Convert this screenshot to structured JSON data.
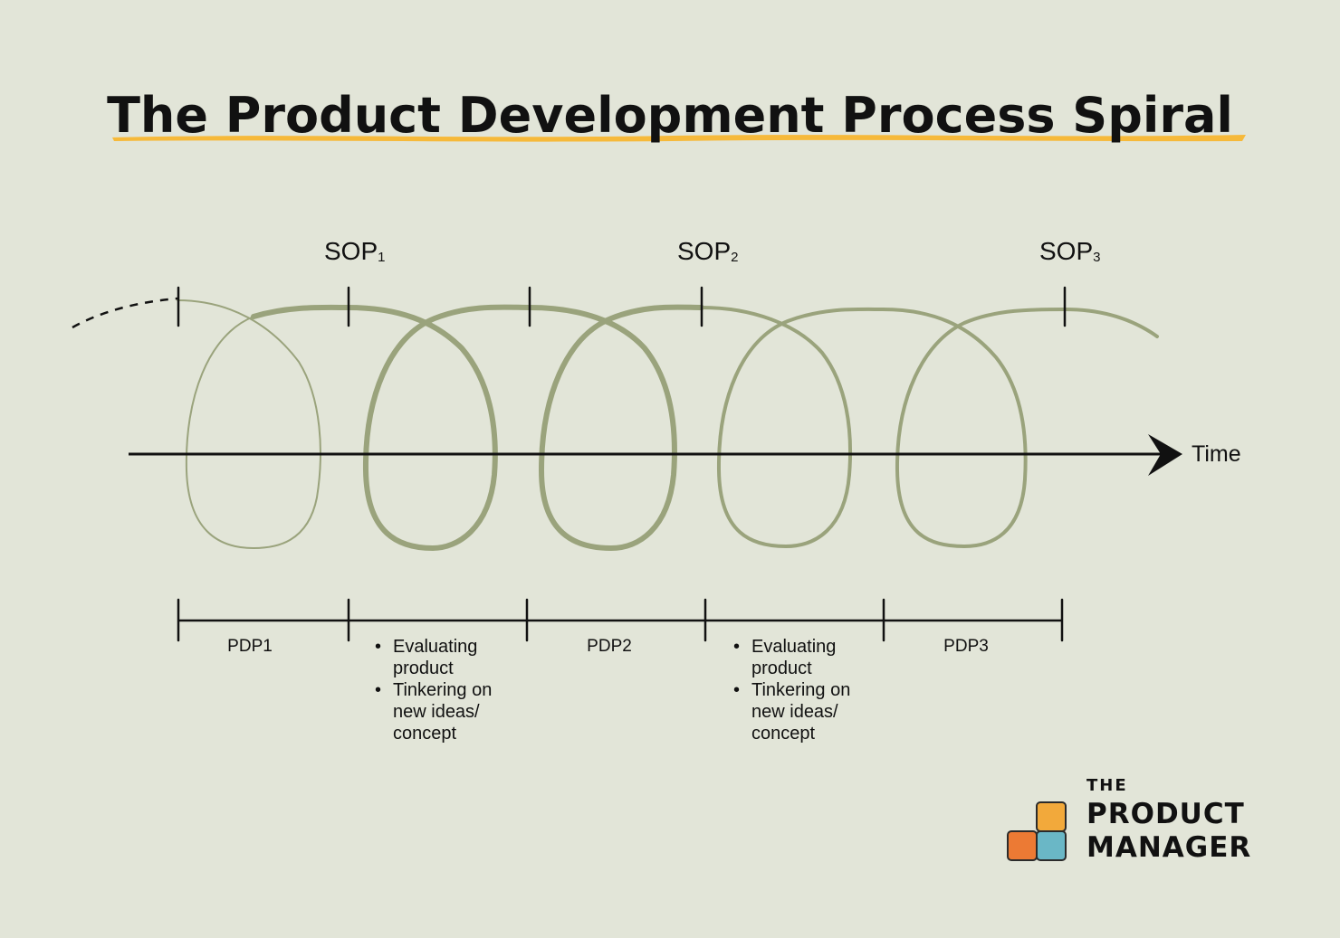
{
  "title": "The Product Development Process Spiral",
  "time_label": "Time",
  "sop": [
    {
      "base": "SOP",
      "sub": "1"
    },
    {
      "base": "SOP",
      "sub": "2"
    },
    {
      "base": "SOP",
      "sub": "3"
    }
  ],
  "phases": [
    {
      "label": "PDP1"
    },
    {
      "bullets": [
        "Evaluating product",
        "Tinkering on new ideas/ concept"
      ]
    },
    {
      "label": "PDP2"
    },
    {
      "bullets": [
        "Evaluating product",
        "Tinkering on new ideas/ concept"
      ]
    },
    {
      "label": "PDP3"
    }
  ],
  "logo": {
    "line1": "THE",
    "line2": "PRODUCT",
    "line3": "MANAGER",
    "colors": {
      "orange_light": "#f2a93b",
      "orange_dark": "#ec7a34",
      "blue": "#6ab7c6"
    }
  },
  "colors": {
    "background": "#e2e5d8",
    "spiral": "#9aa37c",
    "highlight": "#f6b93a",
    "line": "#111111"
  }
}
